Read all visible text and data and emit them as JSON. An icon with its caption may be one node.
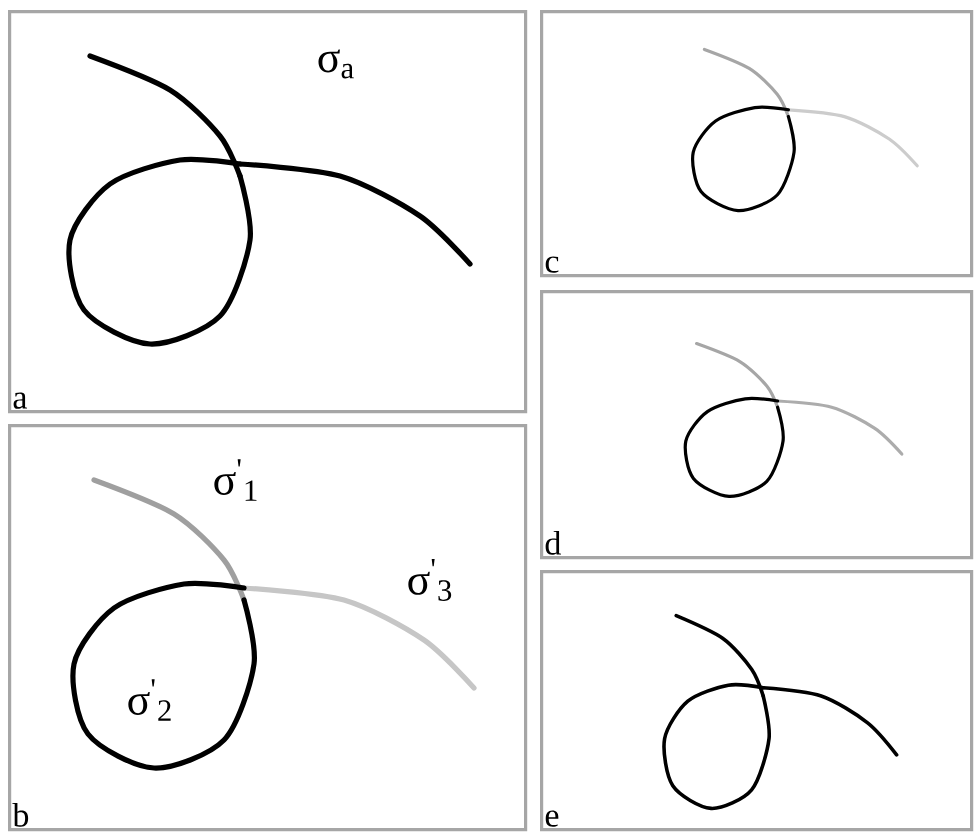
{
  "diagram": {
    "nodes": [
      {
        "text": [
          "a"
        ]
      },
      {
        "text": [
          "b"
        ]
      },
      {
        "text": [
          "c"
        ]
      },
      {
        "text": [
          "d"
        ]
      },
      {
        "text": [
          "e"
        ]
      }
    ],
    "labels": [
      "σ$_{a}$",
      "σ$^{'}$$_{1}$",
      "σ$^{'}$$_{3}$",
      "σ$^{'}$$_{2}$"
    ]
  }
}
